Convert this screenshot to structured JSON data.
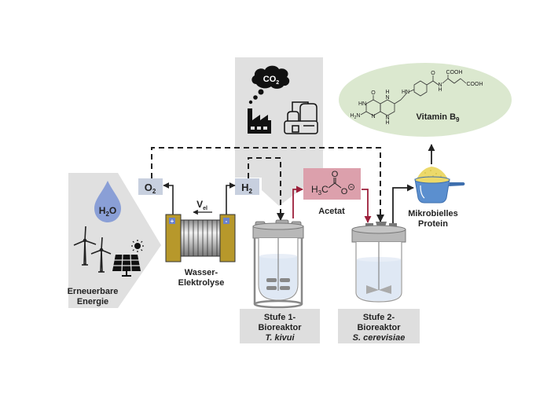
{
  "renewable": {
    "water_label": "H2O",
    "water_main": "H",
    "water_sub": "2",
    "water_tail": "O",
    "label_line1": "Erneuerbare",
    "label_line2": "Energie"
  },
  "electrolysis": {
    "o2_main": "O",
    "o2_sub": "2",
    "h2_main": "H",
    "h2_sub": "2",
    "voltage_main": "V",
    "voltage_sub": "el",
    "plus": "+",
    "minus": "-",
    "label_line1": "Wasser-",
    "label_line2": "Elektrolyse"
  },
  "co2_source": {
    "co2_main": "CO",
    "co2_sub": "2"
  },
  "acetate": {
    "label": "Acetat",
    "h3c_main": "H",
    "h3c_sub": "3",
    "h3c_tail": "C",
    "carbonyl_o": "O",
    "anion_o": "O",
    "charge": "−"
  },
  "reactor1": {
    "line1": "Stufe 1-",
    "line2": "Bioreaktor",
    "line3": "T. kivui"
  },
  "reactor2": {
    "line1": "Stufe 2-",
    "line2": "Bioreaktor",
    "line3": "S. cerevisiae"
  },
  "protein": {
    "line1": "Mikrobielles",
    "line2": "Protein"
  },
  "vitamin": {
    "label_main": "Vitamin B",
    "label_sub": "9",
    "atoms": {
      "o_top": "O",
      "hn_ring": "HN",
      "h2n_main": "H",
      "h2n_sub": "2",
      "h2n_tail": "N",
      "n_lower": "N",
      "n_mid_h": "H",
      "n_mid": "N",
      "n_bottom": "N",
      "n_bottom_h": "H",
      "hn_link": "HN",
      "o_amide": "O",
      "n_amide": "N",
      "n_amide_h": "H",
      "cooh1": "COOH",
      "cooh2": "COOH"
    }
  },
  "colors": {
    "panel_gray": "#e0e0e0",
    "water_blue": "#8a9fd6",
    "gas_box": "#c8d0df",
    "electrode_gold": "#b7982b",
    "acetate_pink": "#dca0ac",
    "acetate_arrow": "#9c1f3a",
    "vitamin_green": "#dbe8cf",
    "liquid_blue": "#dfe8f4",
    "reactor_gray": "#9a9a9a",
    "protein_yellow": "#ecd96a",
    "cup_blue": "#5b8fcf"
  }
}
